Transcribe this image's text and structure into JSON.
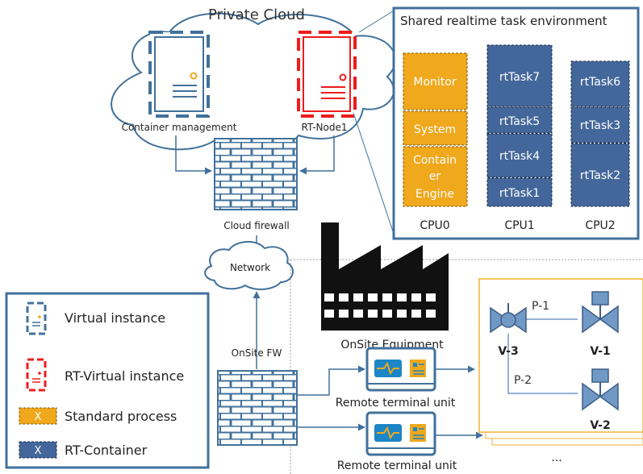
{
  "cloud": {
    "title": "Private Cloud",
    "container_mgmt_label": "Container management",
    "rt_node_label": "RT-Node1",
    "firewall_label": "Cloud firewall"
  },
  "network": {
    "label": "Network"
  },
  "panel": {
    "title": "Shared realtime task environment",
    "cpu0": {
      "label": "CPU0",
      "items": [
        "Monitor",
        "System",
        "Contain",
        "er",
        "Engine"
      ]
    },
    "cpu1": {
      "label": "CPU1",
      "items": [
        "rtTask7",
        "rtTask5",
        "rtTask4",
        "rtTask1"
      ]
    },
    "cpu2": {
      "label": "CPU2",
      "items": [
        "rtTask6",
        "rtTask3",
        "rtTask2"
      ]
    }
  },
  "onsite": {
    "equipment_label": "OnSite Equipment",
    "fw_label": "OnSite FW",
    "rtu1_label": "Remote terminal unit",
    "rtu2_label": "Remote terminal unit"
  },
  "process": {
    "pipe1": "P-1",
    "pipe2": "P-2",
    "valve3": "V-3",
    "valve1": "V-1",
    "valve2": "V-2",
    "ellipsis": "..."
  },
  "legend": {
    "virtual": "Virtual instance",
    "rt_virtual": "RT-Virtual instance",
    "standard": "Standard process",
    "rt_container": "RT-Container",
    "marker": "X"
  },
  "colors": {
    "blue": "#41719c",
    "task_blue": "#44679b",
    "orange": "#f0a81c",
    "red": "#ee1c1c",
    "gold": "#f4b233",
    "steel": "#7199c5"
  }
}
